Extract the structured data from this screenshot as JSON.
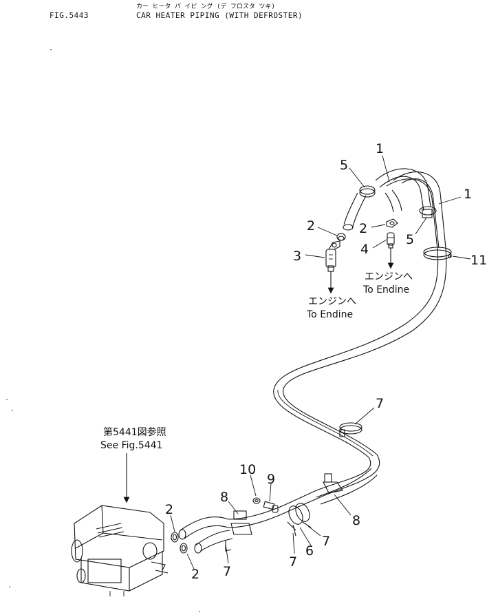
{
  "header": {
    "figure_number": "FIG.5443",
    "title_jp": "カー ヒータ パ イピ ング (デ フロスタ ツキ)",
    "title_en": "CAR HEATER PIPING (WITH DEFROSTER)"
  },
  "notes": {
    "engine_left_jp": "エンジンへ",
    "engine_left_en": "To Endine",
    "engine_right_jp": "エンジンへ",
    "engine_right_en": "To Endine",
    "see_fig_jp": "第5441図参照",
    "see_fig_en": "See Fig.5441"
  },
  "callouts": {
    "c1_top": "1",
    "c1_right": "1",
    "c5_left": "5",
    "c5_right": "5",
    "c2_upper_left": "2",
    "c2_upper_right": "2",
    "c3": "3",
    "c4": "4",
    "c11": "11",
    "c7_middle": "7",
    "c10": "10",
    "c9": "9",
    "c8_left": "8",
    "c8_right": "8",
    "c2_lower_a": "2",
    "c2_lower_b": "2",
    "c7_lower_left": "7",
    "c7_lower_mid": "7",
    "c7_lower_right": "7",
    "c6": "6"
  }
}
